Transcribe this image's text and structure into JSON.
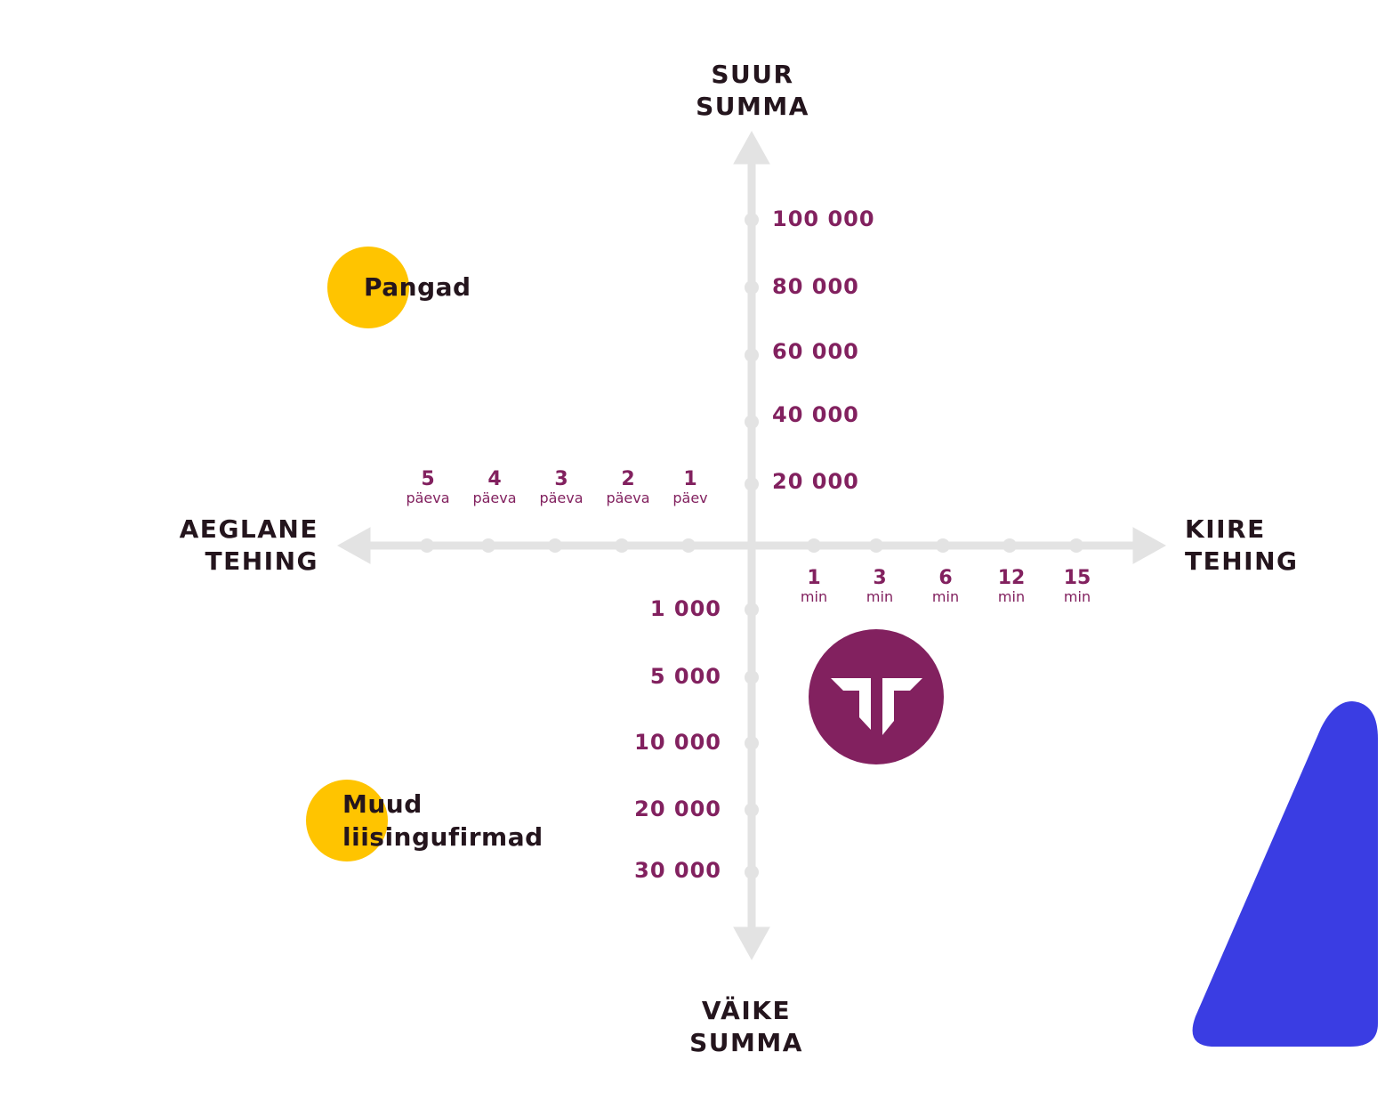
{
  "axes": {
    "top": [
      "SUUR",
      "SUMMA"
    ],
    "bottom": [
      "VÄIKE",
      "SUMMA"
    ],
    "left": [
      "AEGLANE",
      "TEHING"
    ],
    "right": [
      "KIIRE",
      "TEHING"
    ]
  },
  "vertical_ticks_upper": [
    "100 000",
    "80 000",
    "60 000",
    "40 000",
    "20 000"
  ],
  "vertical_ticks_lower": [
    "1 000",
    "5 000",
    "10 000",
    "20 000",
    "30 000"
  ],
  "horizontal_ticks_left": [
    {
      "num": "5",
      "unit": "päeva"
    },
    {
      "num": "4",
      "unit": "päeva"
    },
    {
      "num": "3",
      "unit": "päeva"
    },
    {
      "num": "2",
      "unit": "päeva"
    },
    {
      "num": "1",
      "unit": "päev"
    }
  ],
  "horizontal_ticks_right": [
    {
      "num": "1",
      "unit": "min"
    },
    {
      "num": "3",
      "unit": "min"
    },
    {
      "num": "6",
      "unit": "min"
    },
    {
      "num": "12",
      "unit": "min"
    },
    {
      "num": "15",
      "unit": "min"
    }
  ],
  "bubbles": {
    "banks": "Pangad",
    "others": [
      "Muud",
      "liisingufirmad"
    ]
  },
  "colors": {
    "accent": "#82215f",
    "bubble": "#ffc400",
    "axis": "#e3e3e3",
    "decor": "#3a3de3",
    "text": "#24151d"
  }
}
